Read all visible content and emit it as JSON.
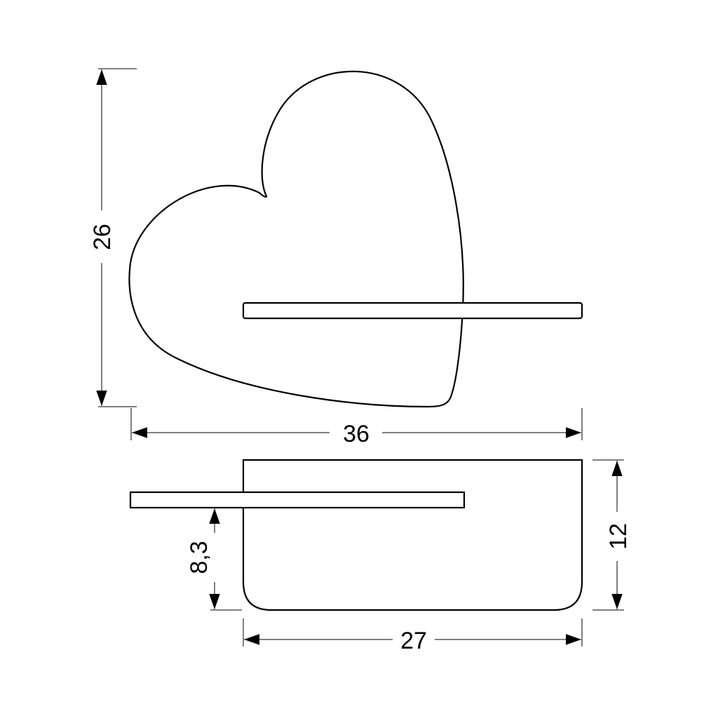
{
  "dimensions": {
    "height_front": "26",
    "width_front": "36",
    "depth_side": "12",
    "shelf_height": "8,3",
    "width_side": "27"
  },
  "colors": {
    "line": "#000000",
    "background": "#ffffff"
  }
}
